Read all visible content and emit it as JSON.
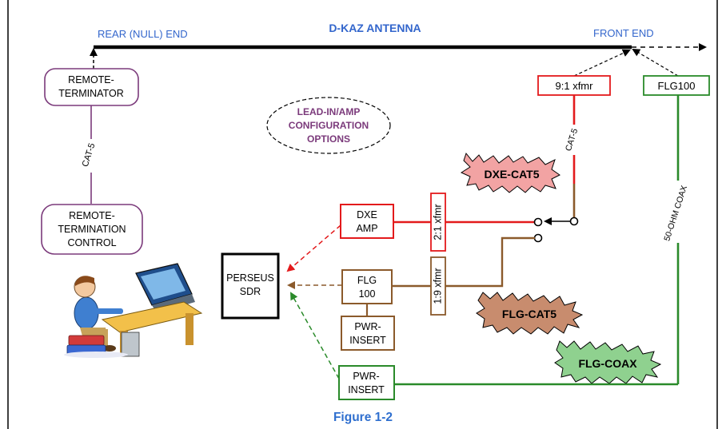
{
  "title": "D-KAZ ANTENNA",
  "rear_end_label": "REAR (NULL) END",
  "front_end_label": "FRONT END",
  "remote_terminator": [
    "REMOTE-",
    "TERMINATOR"
  ],
  "remote_control": [
    "REMOTE-",
    "TERMINATION",
    "CONTROL"
  ],
  "cat5_label": "CAT-5",
  "options_label": [
    "LEAD-IN/AMP",
    "CONFIGURATION",
    "OPTIONS"
  ],
  "xfmr_9_1": "9:1 xfmr",
  "flg100_top": "FLG100",
  "dxe_cat5": "DXE-CAT5",
  "flg_cat5": "FLG-CAT5",
  "flg_coax": "FLG-COAX",
  "cat5_riser": "CAT-5",
  "coax_label": "50-OHM COAX",
  "dxe_amp": [
    "DXE",
    "AMP"
  ],
  "xfmr_2_1": "2:1 xfmr",
  "xfmr_1_9": "1:9 xfmr",
  "flg_box": [
    "FLG",
    "100"
  ],
  "pwr_insert_brown": [
    "PWR-",
    "INSERT"
  ],
  "pwr_insert_green": [
    "PWR-",
    "INSERT"
  ],
  "perseus": [
    "PERSEUS",
    "SDR"
  ],
  "caption": "Figure 1-2",
  "colors": {
    "blue": "#3366cc",
    "red": "#e31a1c",
    "brown": "#8b5a2b",
    "green": "#2a8a2a",
    "purple": "#7b3a7b",
    "dark_red": "#8b0000"
  }
}
